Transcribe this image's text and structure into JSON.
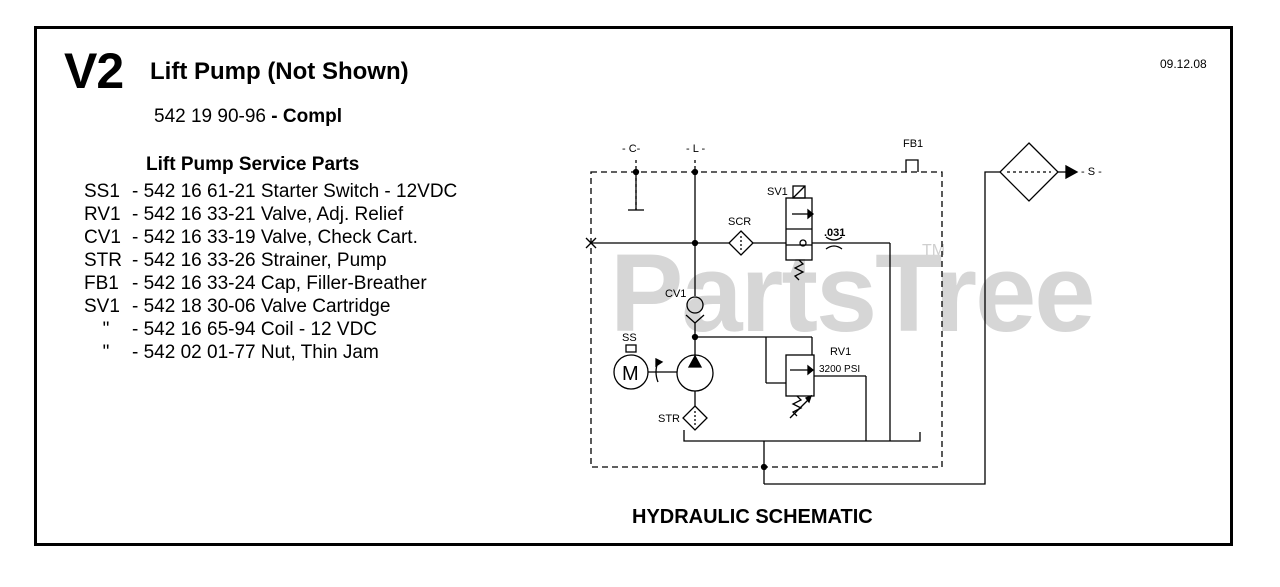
{
  "header": {
    "code": "V2",
    "title": "Lift Pump (Not Shown)",
    "date": "09.12.08",
    "part_number": "542 19 90-96",
    "part_suffix": "- Compl"
  },
  "service_parts": {
    "title": "Lift Pump Service Parts",
    "items": [
      {
        "ref": "SS1",
        "text": "- 542 16 61-21 Starter Switch - 12VDC"
      },
      {
        "ref": "RV1",
        "text": "- 542 16 33-21 Valve, Adj. Relief"
      },
      {
        "ref": "CV1",
        "text": "- 542 16 33-19 Valve, Check Cart."
      },
      {
        "ref": "STR",
        "text": "- 542 16 33-26 Strainer, Pump"
      },
      {
        "ref": "FB1",
        "text": "- 542 16 33-24 Cap, Filler-Breather"
      },
      {
        "ref": "SV1",
        "text": "- 542 18 30-06 Valve Cartridge"
      },
      {
        "ref": "\"",
        "text": "- 542 16 65-94 Coil - 12 VDC"
      },
      {
        "ref": "\"",
        "text": "- 542 02 01-77 Nut, Thin Jam"
      }
    ]
  },
  "schematic": {
    "title": "HYDRAULIC SCHEMATIC",
    "labels": {
      "c": "- C-",
      "l": "- L -",
      "fb1": "FB1",
      "s": "- S -",
      "sv1": "SV1",
      "scr": "SCR",
      "orifice": ".031",
      "cv1": "CV1",
      "ss": "SS",
      "motor": "M",
      "rv1": "RV1",
      "rv1_psi": "3200 PSI",
      "str": "STR"
    }
  },
  "watermark": {
    "text": "PartsTree",
    "tm": "TM"
  }
}
